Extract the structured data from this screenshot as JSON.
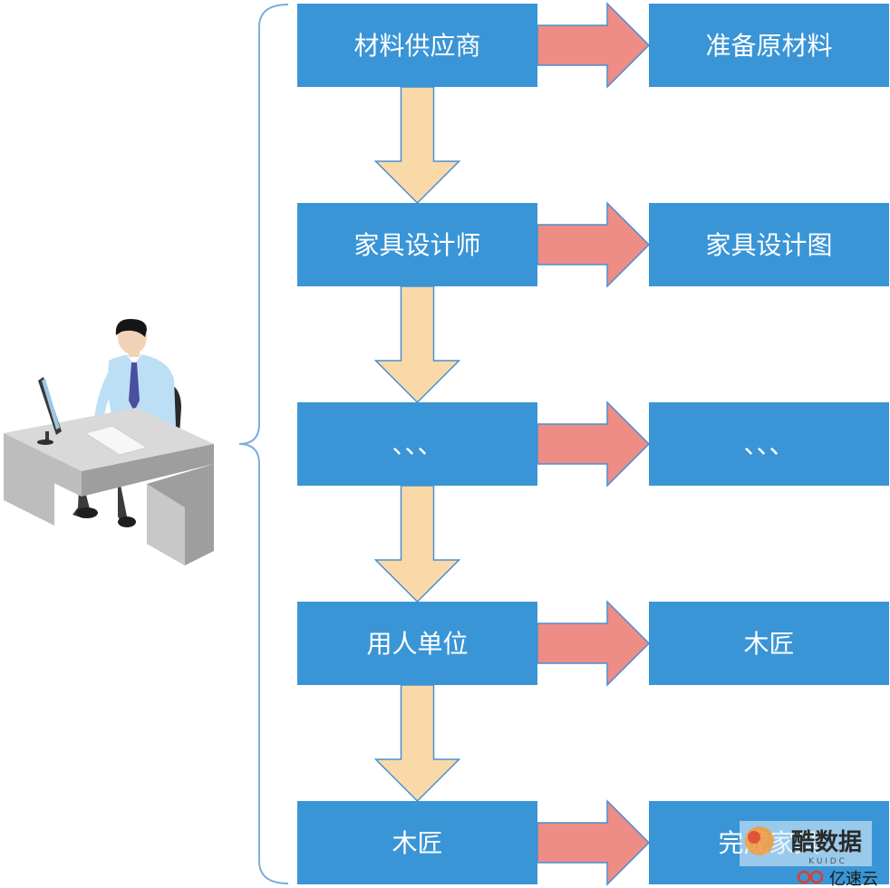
{
  "diagram": {
    "rows": [
      {
        "left": "材料供应商",
        "right": "准备原材料"
      },
      {
        "left": "家具设计师",
        "right": "家具设计图"
      },
      {
        "left": "、、、",
        "right": "、、、"
      },
      {
        "left": "用人单位",
        "right": "木匠"
      },
      {
        "left": "木匠",
        "right": "完成家具"
      }
    ]
  },
  "watermark": {
    "main": "酷数据",
    "sub": "K U I D C",
    "brand": "亿速云"
  },
  "colors": {
    "box": "#3a95d6",
    "arrow_down_fill": "#fad9a8",
    "arrow_down_stroke": "#4a8fd0",
    "arrow_right_fill": "#ee8c86",
    "arrow_right_stroke": "#4a8fd0",
    "brace": "#7eaedc",
    "text": "#ffffff"
  }
}
